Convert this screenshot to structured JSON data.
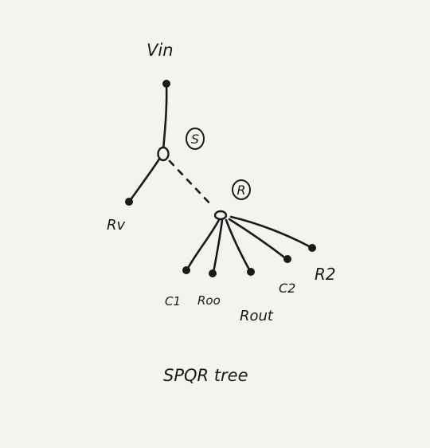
{
  "labels": {
    "vin": "Vin",
    "rv": "Rv",
    "c1": "C1",
    "roo": "Roo",
    "rout": "Rout",
    "c2": "C2",
    "r2": "R2",
    "s_marker": "S",
    "r_marker": "R",
    "caption": "SPQR tree"
  }
}
